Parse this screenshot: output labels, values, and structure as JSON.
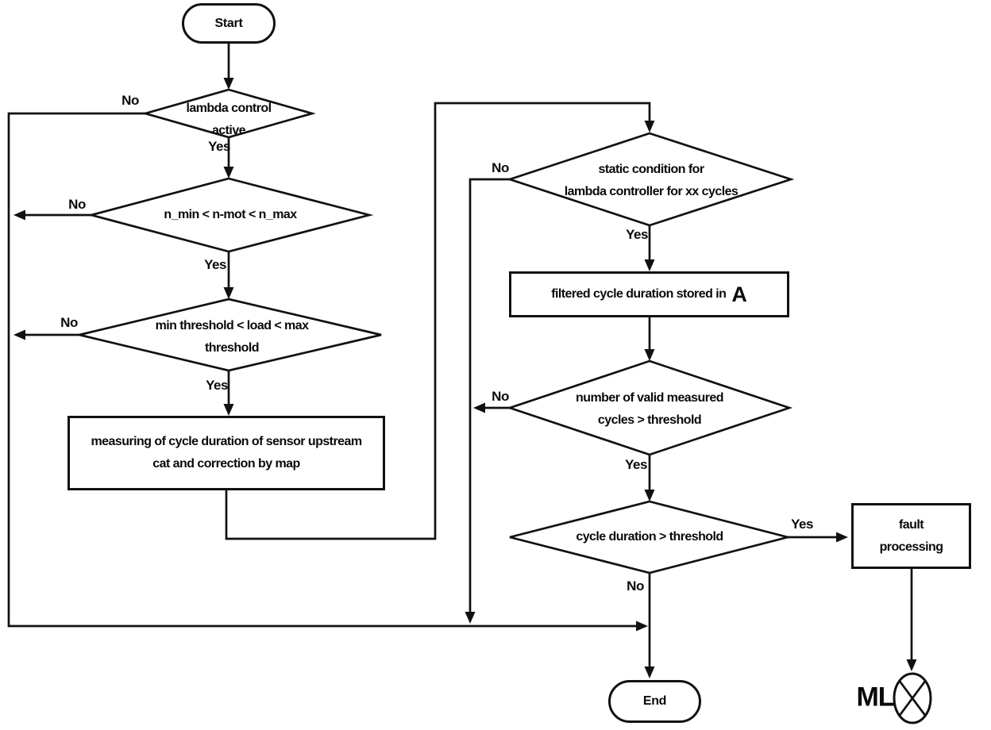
{
  "flowchart": {
    "colors": {
      "stroke": "#111111",
      "fill": "#ffffff"
    },
    "nodes": {
      "start": {
        "label": "Start"
      },
      "decision_lambda_active": {
        "line1": "lambda control",
        "line2": "active"
      },
      "decision_engine_speed": {
        "line1": "n_min < n-mot < n_max"
      },
      "decision_load": {
        "line1": "min threshold < load < max",
        "line2": "threshold"
      },
      "process_measuring": {
        "line1": "measuring of cycle duration of sensor upstream",
        "line2": "cat and correction by map"
      },
      "decision_static_condition": {
        "line1": "static condition for",
        "line2": "lambda controller for xx cycles"
      },
      "process_filtered": {
        "text": "filtered cycle duration stored in",
        "emphasis": "A"
      },
      "decision_valid_cycles": {
        "line1": "number of valid measured",
        "line2": "cycles > threshold"
      },
      "decision_cycle_duration": {
        "line1": "cycle duration  > threshold"
      },
      "process_fault": {
        "line1": "fault",
        "line2": "processing"
      },
      "end": {
        "label": "End"
      },
      "indicator_lamp": {
        "label": "ML"
      }
    },
    "edge_labels": {
      "lambda_no": "No",
      "lambda_yes": "Yes",
      "speed_no": "No",
      "speed_yes": "Yes",
      "load_no": "No",
      "load_yes": "Yes",
      "static_no": "No",
      "static_yes": "Yes",
      "valid_no": "No",
      "valid_yes": "Yes",
      "duration_yes": "Yes",
      "duration_no": "No"
    }
  }
}
